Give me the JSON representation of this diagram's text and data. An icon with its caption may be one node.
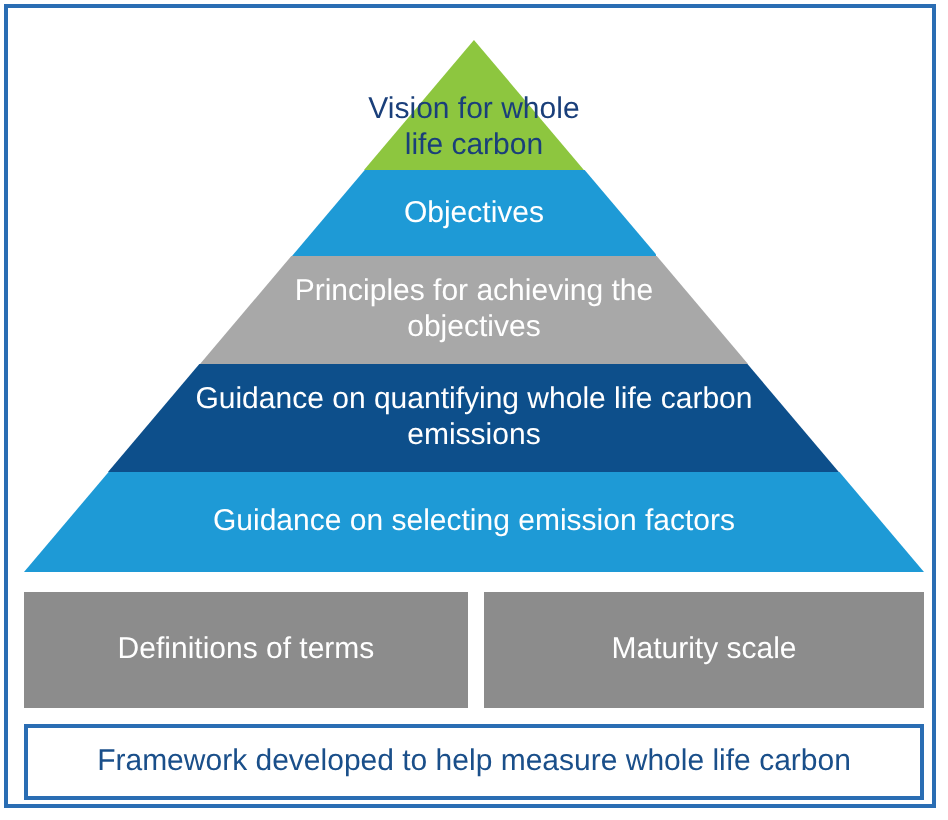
{
  "diagram": {
    "nodes": [
      {
        "text": [
          "Vision for whole life carbon"
        ]
      },
      {
        "text": [
          "Objectives"
        ]
      },
      {
        "text": [
          "Principles for achieving the objectives"
        ]
      },
      {
        "text": [
          "Guidance on quantifying whole life carbon emissions"
        ]
      },
      {
        "text": [
          "Guidance on selecting emission factors"
        ]
      },
      {
        "text": [
          "Definitions of terms"
        ]
      },
      {
        "text": [
          "Maturity scale"
        ]
      },
      {
        "text": [
          "Framework developed to help measure whole life carbon"
        ]
      }
    ],
    "edges": []
  }
}
